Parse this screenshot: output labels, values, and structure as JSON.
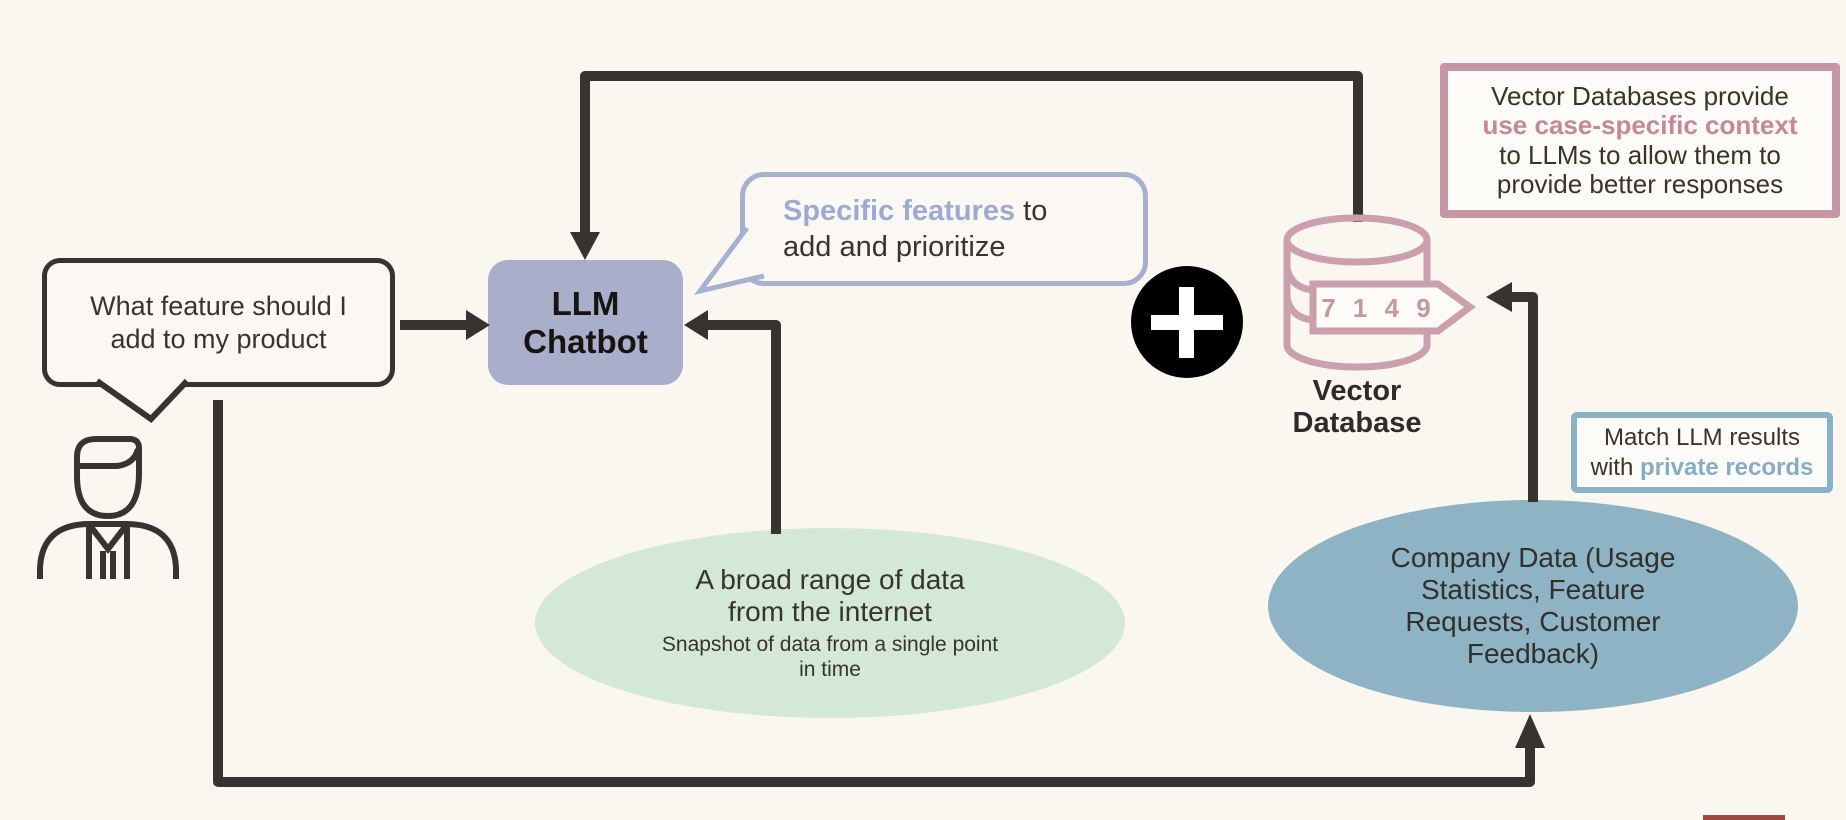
{
  "canvas": {
    "background": "#faf7f1",
    "line_color": "#38332e"
  },
  "user": {
    "question": "What feature should I\nadd to my product",
    "icon": "user-icon"
  },
  "chatbot": {
    "label": "LLM\nChatbot",
    "fill": "#a9aecb"
  },
  "features_bubble": {
    "highlight": "Specific features",
    "suffix": " to",
    "line2": "add and prioritize",
    "accent": "#9daad2"
  },
  "plus": {
    "icon": "plus-icon"
  },
  "vector_database": {
    "icon": "vector-database-icon",
    "digits": "7 1 4 9",
    "label": "Vector\nDatabase",
    "accent": "#c795a6"
  },
  "info_box": {
    "line1": "Vector Databases provide",
    "highlight": "use case-specific context",
    "line3": "to LLMs  to allow them to",
    "line4": "provide better responses",
    "accent": "#c4879c"
  },
  "match_box": {
    "line1": "Match LLM results",
    "line2_prefix": "with ",
    "highlight": "private records",
    "accent": "#85aec4"
  },
  "internet_data": {
    "title": "A broad range of data\nfrom the internet",
    "subtitle": "Snapshot of data from a single point\nin time",
    "fill": "#d3e8d6"
  },
  "company_data": {
    "label": "Company Data (Usage\nStatistics, Feature\nRequests, Customer\nFeedback)",
    "fill": "#8db3c4"
  }
}
